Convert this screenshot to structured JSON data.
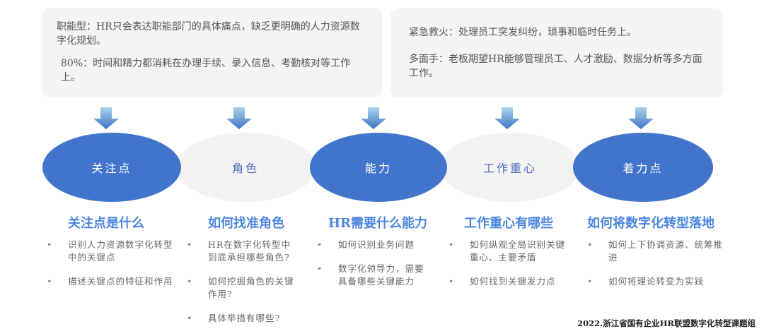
{
  "top_boxes": [
    {
      "paragraphs": [
        "职能型：HR只会表达职能部门的具体痛点，缺乏更明确的人力资源数字化规划。",
        "80%：时间和精力都消耗在办理手续、录入信息、考勤核对等工作上。"
      ]
    },
    {
      "paragraphs": [
        "紧急救火：处理员工突发纠纷，琐事和临时任务上。",
        "多面手：老板期望HR能够管理员工、人才激励、数据分析等多方面工作。"
      ]
    }
  ],
  "nodes": [
    {
      "label": "关注点"
    },
    {
      "label": "角色"
    },
    {
      "label": "能力"
    },
    {
      "label": "工作重心"
    },
    {
      "label": "着力点"
    }
  ],
  "columns": [
    {
      "title": "关注点是什么",
      "items": [
        "识别人力资源数字化转型中的关键点",
        "描述关键点的特征和作用"
      ]
    },
    {
      "title": "如何找准角色",
      "items": [
        "HR在数字化转型中到底承担哪些角色?",
        "如何挖掘角色的关键作用?",
        "具体举措有哪些?"
      ]
    },
    {
      "title": "HR需要什么能力",
      "items": [
        "如何识别业务问题",
        "数字化领导力，需要具备哪些关键能力"
      ]
    },
    {
      "title": "工作重心有哪些",
      "items": [
        "如何纵观全局识别关键重心、主要矛盾",
        "如何找到关键发力点"
      ]
    },
    {
      "title": "如何将数字化转型落地",
      "items": [
        "如何上下协调资源、统筹推进",
        "如何将理论转变为实践"
      ]
    }
  ],
  "footer": "2022.浙江省国有企业HR联盟数字化转型课题组",
  "colors": {
    "blue": "#4175cc",
    "grey": "#f2f2f2",
    "heading": "#4a86e0"
  }
}
